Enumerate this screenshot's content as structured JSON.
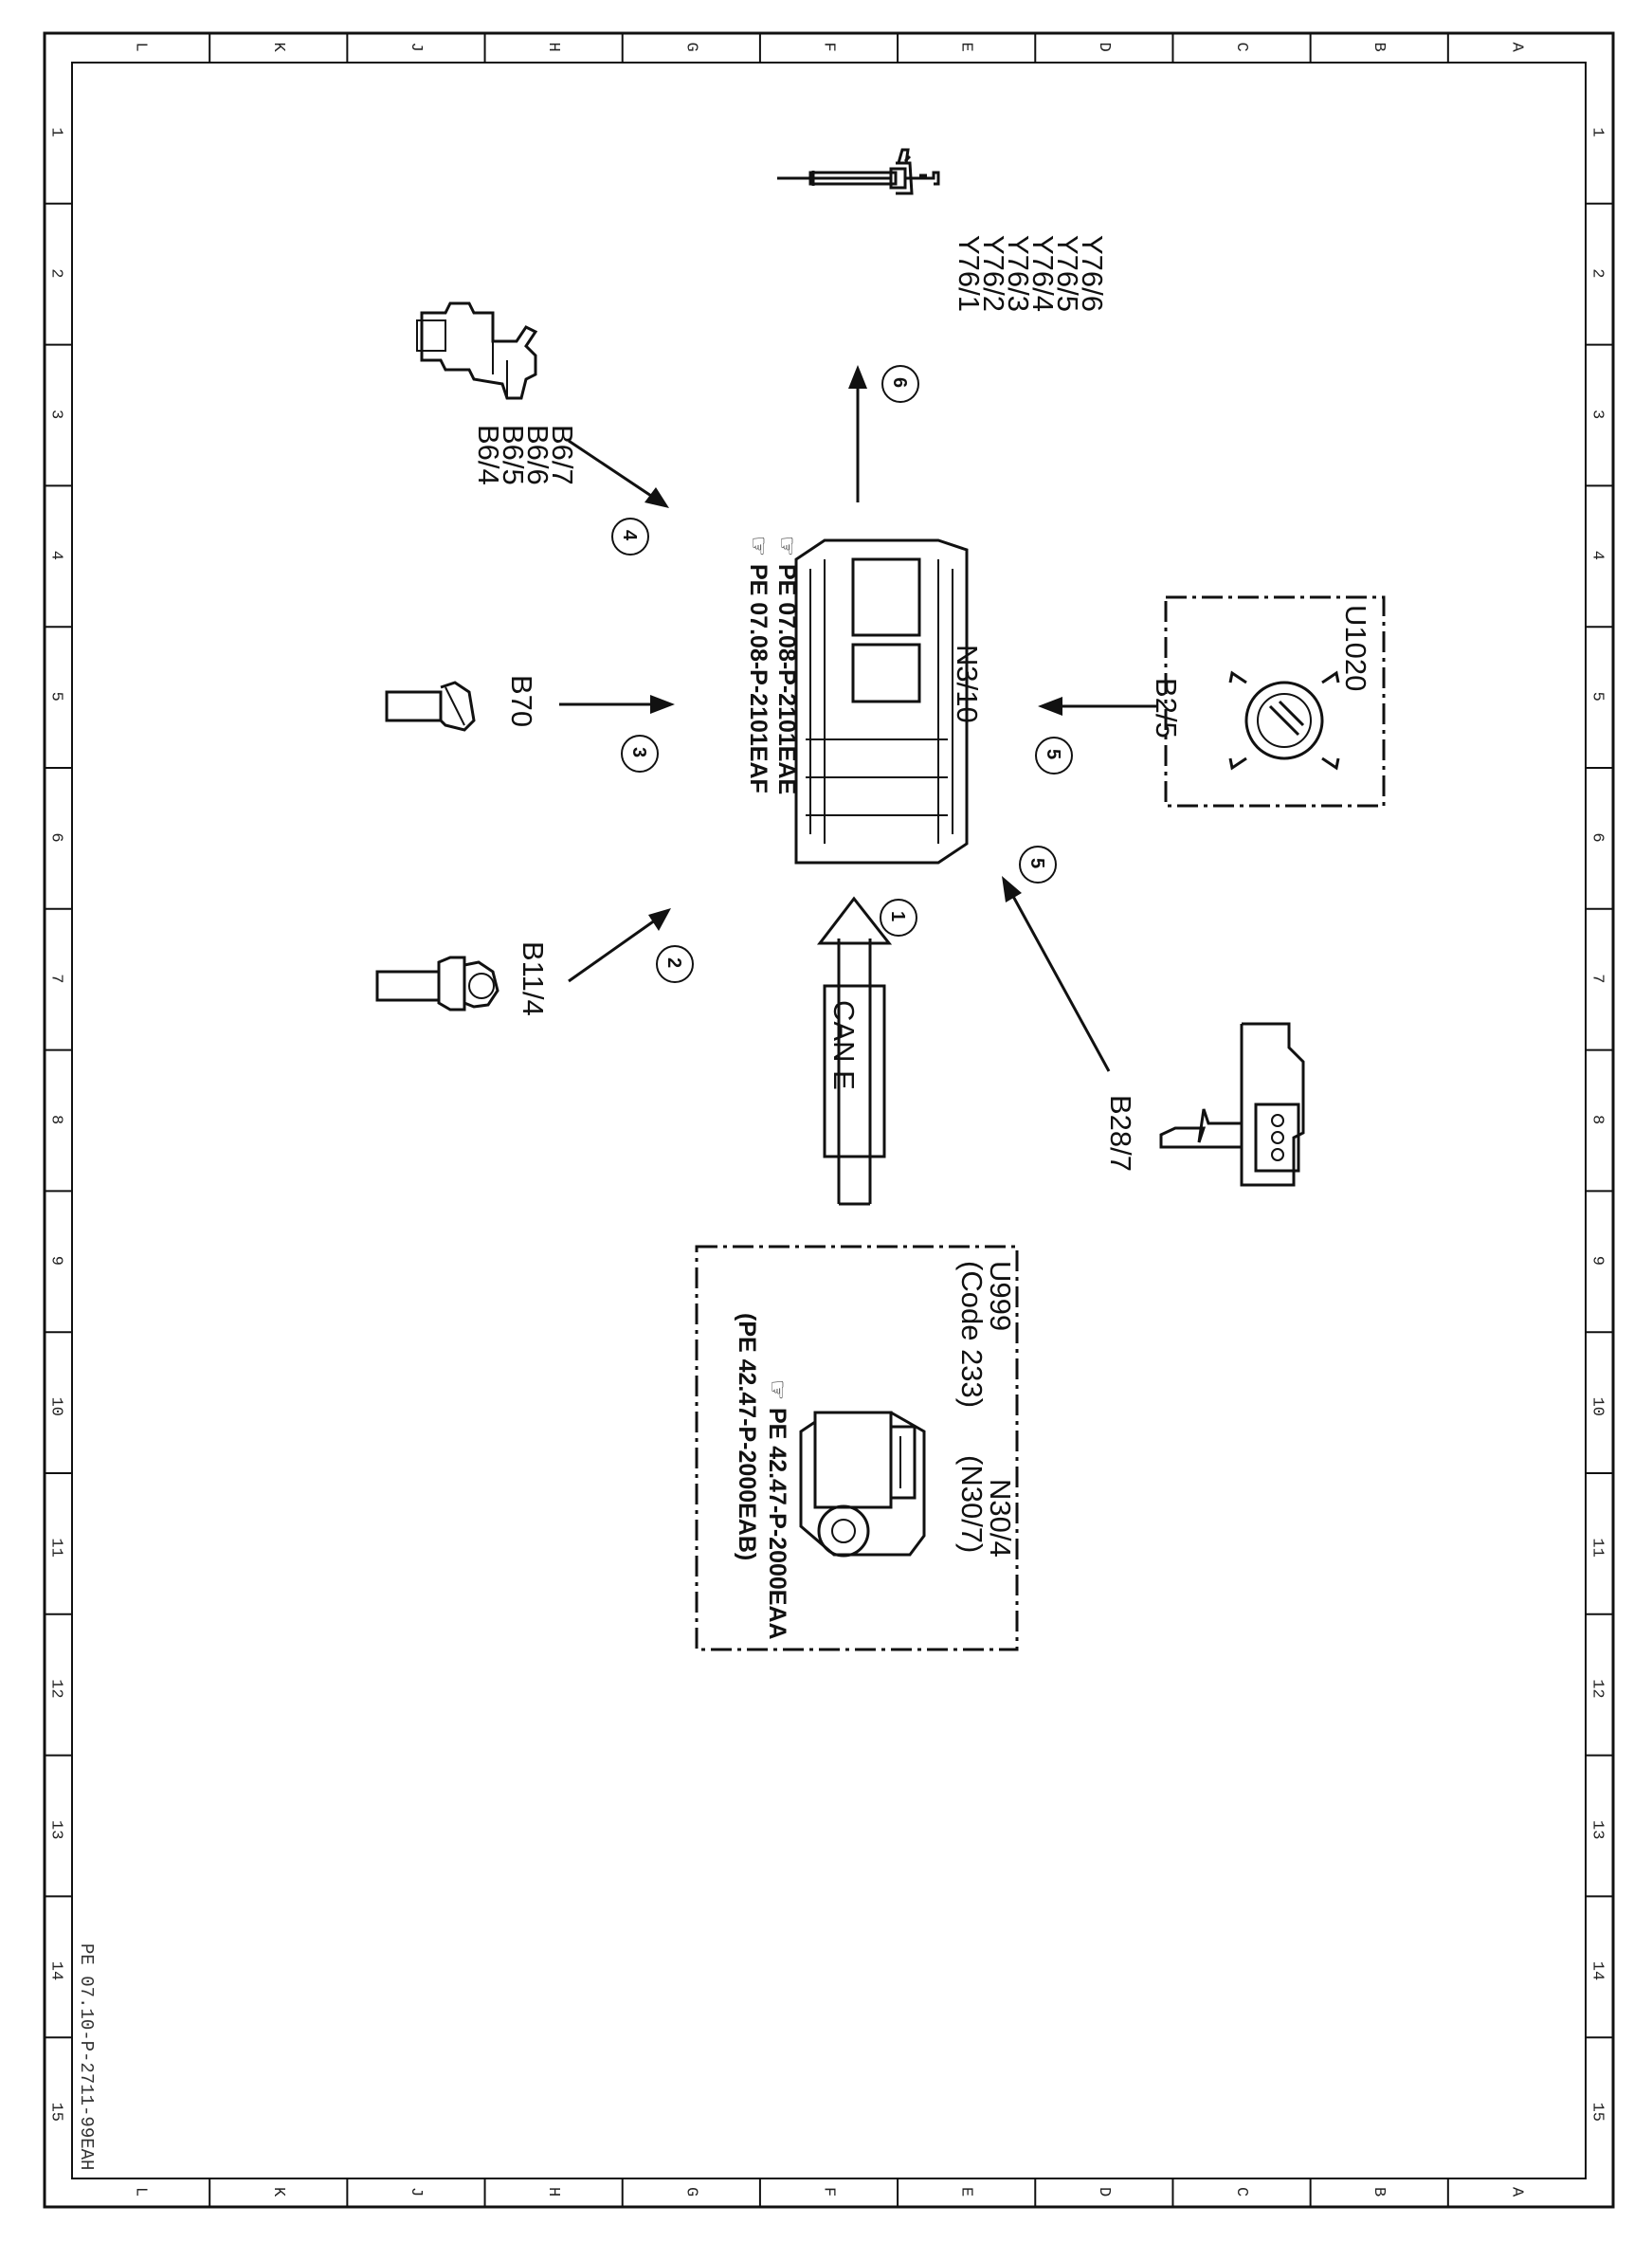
{
  "grid": {
    "columns": [
      "L",
      "K",
      "J",
      "H",
      "G",
      "F",
      "E",
      "D",
      "C",
      "B",
      "A"
    ],
    "rows": [
      "1",
      "2",
      "3",
      "4",
      "5",
      "6",
      "7",
      "8",
      "9",
      "10",
      "11",
      "12",
      "13",
      "14",
      "15"
    ]
  },
  "document_ref": "PE 07.10-P-2711-99EAH",
  "components": {
    "ecu": {
      "label": "N3/10",
      "ref1": "PE  07.08-P-2101EAE",
      "ref2": "PE  07.08-P-2101EAF"
    },
    "injectors": {
      "labels": [
        "Y76/1",
        "Y76/2",
        "Y76/3",
        "Y76/4",
        "Y76/5",
        "Y76/6"
      ],
      "arrow_number": "6"
    },
    "camshaft_sensors": {
      "labels": [
        "B6/4",
        "B6/5",
        "B6/6",
        "B6/7"
      ],
      "arrow_number": "4"
    },
    "b70": {
      "label": "B70",
      "arrow_number": "3"
    },
    "b11_4": {
      "label": "B11/4",
      "arrow_number": "2"
    },
    "can": {
      "label": "CAN  E",
      "arrow_number": "1"
    },
    "u1020": {
      "group": "U1020",
      "label": "B2/5",
      "arrow_number": "5"
    },
    "b28_7": {
      "label": "B28/7",
      "arrow_number": "5"
    },
    "u999": {
      "group": "U999",
      "code": "(Code  233)",
      "label1": "N30/4",
      "label2": "(N30/7)",
      "ref1": "PE  42.47-P-2000EAA",
      "ref2": "(PE  42.47-P-2000EAB)"
    }
  }
}
